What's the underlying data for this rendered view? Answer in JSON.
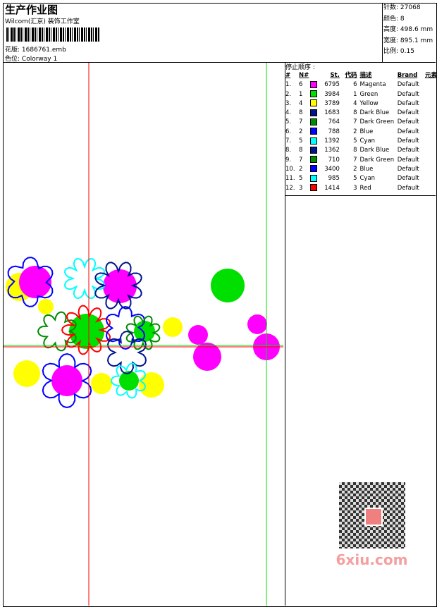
{
  "header": {
    "title": "生产作业图",
    "company": "Wilcom(汇京) 装饰工作室",
    "design_label": "花版:",
    "design_value": "1686761.emb",
    "colorway_label": "色位:",
    "colorway_value": "Colorway 1"
  },
  "info": [
    {
      "label": "针数:",
      "value": "27068"
    },
    {
      "label": "颜色:",
      "value": "8"
    },
    {
      "label": "高度:",
      "value": "498.6 mm"
    },
    {
      "label": "宽度:",
      "value": "895.1 mm"
    },
    {
      "label": "比例:",
      "value": "0.15"
    }
  ],
  "stop_sequence": {
    "title": "停止顺序 :",
    "headers": [
      "#",
      "N#",
      "St.",
      "代码",
      "描述",
      "Brand",
      "元素"
    ],
    "rows": [
      {
        "n": "1.",
        "nn": "6",
        "color": "#ff00ff",
        "st": "6795",
        "code": "6",
        "desc": "Magenta",
        "brand": "Default"
      },
      {
        "n": "2.",
        "nn": "1",
        "color": "#00e000",
        "st": "3984",
        "code": "1",
        "desc": "Green",
        "brand": "Default"
      },
      {
        "n": "3.",
        "nn": "4",
        "color": "#ffff00",
        "st": "3789",
        "code": "4",
        "desc": "Yellow",
        "brand": "Default"
      },
      {
        "n": "4.",
        "nn": "8",
        "color": "#00148c",
        "st": "1683",
        "code": "8",
        "desc": "Dark Blue",
        "brand": "Default"
      },
      {
        "n": "5.",
        "nn": "7",
        "color": "#008c00",
        "st": "764",
        "code": "7",
        "desc": "Dark Green",
        "brand": "Default"
      },
      {
        "n": "6.",
        "nn": "2",
        "color": "#0000ff",
        "st": "788",
        "code": "2",
        "desc": "Blue",
        "brand": "Default"
      },
      {
        "n": "7.",
        "nn": "5",
        "color": "#00ffff",
        "st": "1392",
        "code": "5",
        "desc": "Cyan",
        "brand": "Default"
      },
      {
        "n": "8.",
        "nn": "8",
        "color": "#00148c",
        "st": "1362",
        "code": "8",
        "desc": "Dark Blue",
        "brand": "Default"
      },
      {
        "n": "9.",
        "nn": "7",
        "color": "#008c00",
        "st": "710",
        "code": "7",
        "desc": "Dark Green",
        "brand": "Default"
      },
      {
        "n": "10.",
        "nn": "2",
        "color": "#0000ff",
        "st": "3400",
        "code": "2",
        "desc": "Blue",
        "brand": "Default"
      },
      {
        "n": "11.",
        "nn": "5",
        "color": "#00ffff",
        "st": "985",
        "code": "5",
        "desc": "Cyan",
        "brand": "Default"
      },
      {
        "n": "12.",
        "nn": "3",
        "color": "#ff0000",
        "st": "1414",
        "code": "3",
        "desc": "Red",
        "brand": "Default"
      }
    ]
  },
  "watermark": {
    "text": "6xiu.com"
  }
}
